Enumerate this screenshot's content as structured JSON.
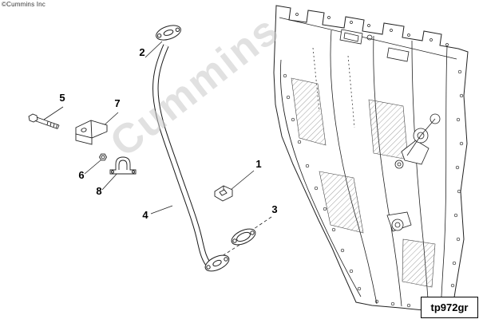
{
  "page": {
    "copyright": "©Cummins Inc",
    "watermark": "Cummins",
    "figure_code": "tp972gr"
  },
  "callouts": [
    {
      "label": "1"
    },
    {
      "label": "2"
    },
    {
      "label": "3"
    },
    {
      "label": "4"
    },
    {
      "label": "5"
    },
    {
      "label": "6"
    },
    {
      "label": "7"
    },
    {
      "label": "8"
    }
  ]
}
